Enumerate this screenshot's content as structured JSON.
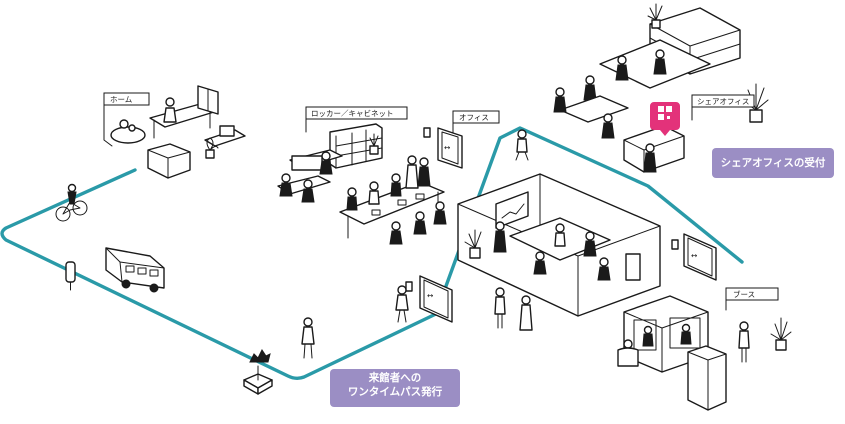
{
  "colors": {
    "route": "#2a9aa8",
    "callout": "#9b8ec4",
    "pin": "#e3327a",
    "ink": "#1a1a1a"
  },
  "labels": {
    "home": "ホーム",
    "locker": "ロッカー／キャビネット",
    "office": "オフィス",
    "share_office": "シェアオフィス",
    "booth": "ブース"
  },
  "callouts": {
    "share_office_reception": "シェアオフィスの受付",
    "visitor_pass_line1": "来館者への",
    "visitor_pass_line2": "ワンタイムパス発行"
  },
  "icons": [
    "bicycle-icon",
    "bus-icon",
    "smart-lock-icon",
    "qr-code-pin-icon",
    "door-icon",
    "plant-icon",
    "person-icon",
    "tree-icon"
  ]
}
